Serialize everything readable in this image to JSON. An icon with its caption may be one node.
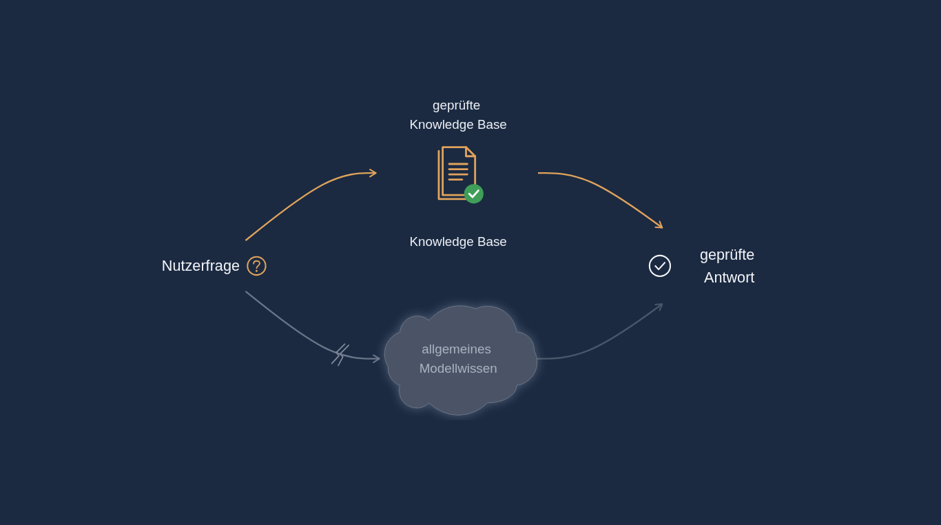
{
  "diagram": {
    "nodes": [
      {
        "text": [
          "Nutzerfrage"
        ]
      },
      {
        "text": [
          "geprüfte Knowledge Base",
          "Knowledge Base"
        ]
      },
      {
        "text": [
          "allgemeines Modellwissen"
        ]
      },
      {
        "text": [
          "geprüfte Antwort"
        ]
      }
    ],
    "edges": [
      {
        "from": 0,
        "to": 1,
        "arrow": "to"
      },
      {
        "from": 0,
        "to": 2,
        "arrow": "to",
        "color": "#6b7689"
      },
      {
        "from": 1,
        "to": 3,
        "arrow": "to"
      },
      {
        "from": 2,
        "to": 3,
        "arrow": "to",
        "color": "#4a566a"
      }
    ]
  }
}
